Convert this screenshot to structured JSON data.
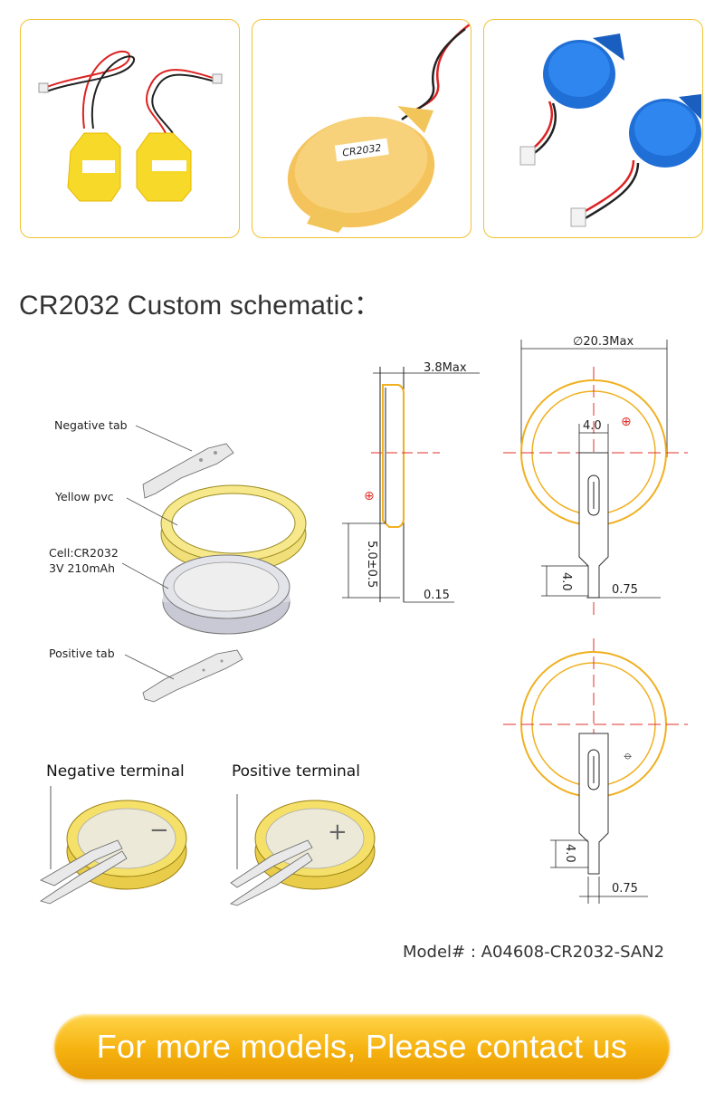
{
  "photos": [
    {
      "label": ""
    },
    {
      "label": "CR2032"
    },
    {
      "label": ""
    }
  ],
  "section_title": "CR2032 Custom schematic：",
  "exploded": {
    "negative_tab": "Negative tab",
    "yellow_pvc": "Yellow pvc",
    "cell_line1": "Cell:CR2032",
    "cell_line2": "3V 210mAh",
    "positive_tab": "Positive tab"
  },
  "terminals": {
    "negative": "Negative terminal",
    "positive": "Positive terminal",
    "negative_symbol": "−",
    "positive_symbol": "+"
  },
  "dimensions": {
    "thickness": "3.8Max",
    "diameter": "∅20.3Max",
    "tab_width": "4.0",
    "offset": "5.0±0.5",
    "tab_thickness": "0.15",
    "tab_length_top": "4.0",
    "pin_width_top": "0.75",
    "tab_length_bottom": "4.0",
    "pin_width_bottom": "0.75",
    "plus_mark": "⊕",
    "minus_mark": "⦵"
  },
  "model": "Model# : A04608-CR2032-SAN2",
  "cta": "For more models, Please contact us",
  "colors": {
    "gold_border": "#f1c232",
    "battery_yellow": "#f7d92a",
    "battery_blue": "#1f6fd6",
    "dim_red": "#e0302a",
    "cta_gold": "#f6b20f"
  }
}
